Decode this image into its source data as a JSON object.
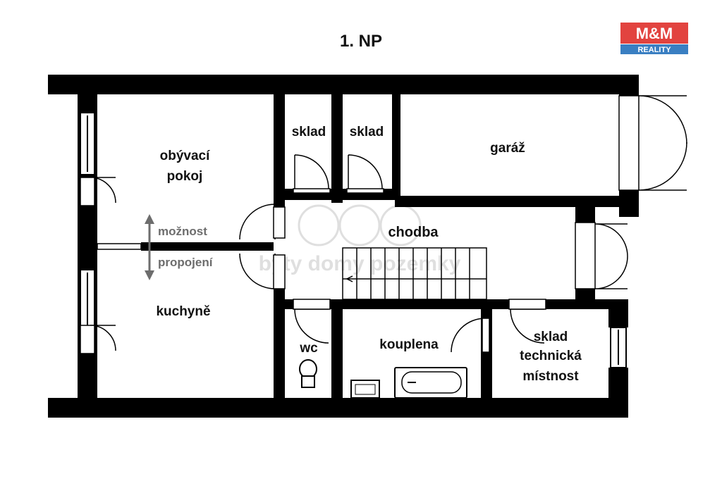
{
  "title": "1. NP",
  "logo": {
    "top": "M&M",
    "bottom": "REALITY",
    "top_color": "#e2433f",
    "bottom_color": "#3a7fc2"
  },
  "watermark": "byty domy pozemky",
  "rooms": {
    "living_line1": "obývací",
    "living_line2": "pokoj",
    "storage1": "sklad",
    "storage2": "sklad",
    "garage": "garáž",
    "hall": "chodba",
    "kitchen": "kuchyně",
    "wc": "wc",
    "bathroom": "kouplena",
    "tech_line1": "sklad",
    "tech_line2": "technická",
    "tech_line3": "místnost"
  },
  "note": {
    "line1": "možnost",
    "line2": "propojení"
  },
  "colors": {
    "wall": "#000000",
    "text": "#111111",
    "note": "#6d6d6d"
  }
}
